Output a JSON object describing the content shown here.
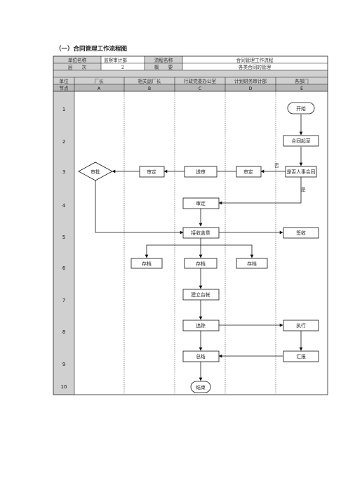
{
  "title": "（一）合同管理工作流程图",
  "header": {
    "unit_name_label": "单位名称",
    "unit_name_value": "监察审计部",
    "process_name_label": "流程名称",
    "process_name_value": "合同管理工作流程",
    "level_label": "层　　次",
    "level_value": "2",
    "summary_label": "概　　要",
    "summary_value": "各类合同的管理",
    "unit_label": "单位",
    "node_label": "节点"
  },
  "columns": [
    {
      "role": "厂长",
      "letter": "A"
    },
    {
      "role": "相关副厂长",
      "letter": "B"
    },
    {
      "role": "行政党委办公室",
      "letter": "C"
    },
    {
      "role": "计划财务审计部",
      "letter": "D"
    },
    {
      "role": "各部门",
      "letter": "E"
    }
  ],
  "rows": [
    "1",
    "2",
    "3",
    "4",
    "5",
    "6",
    "7",
    "8",
    "9",
    "10"
  ],
  "nodes": {
    "start": "开始",
    "draft": "合同起草",
    "is_personnel": "是否人事合同",
    "review_d": "审定",
    "send": "送审",
    "review_b": "审定",
    "approve": "审批",
    "review_c": "审定",
    "receive_seal": "接收盖章",
    "sign": "签收",
    "archive_b": "存档",
    "archive_c": "存档",
    "archive_d": "存档",
    "ledger": "建立台帐",
    "track": "追踪",
    "execute": "执行",
    "summary": "总结",
    "report": "汇报",
    "end": "结束"
  },
  "edge_labels": {
    "no": "否",
    "yes": "是"
  }
}
